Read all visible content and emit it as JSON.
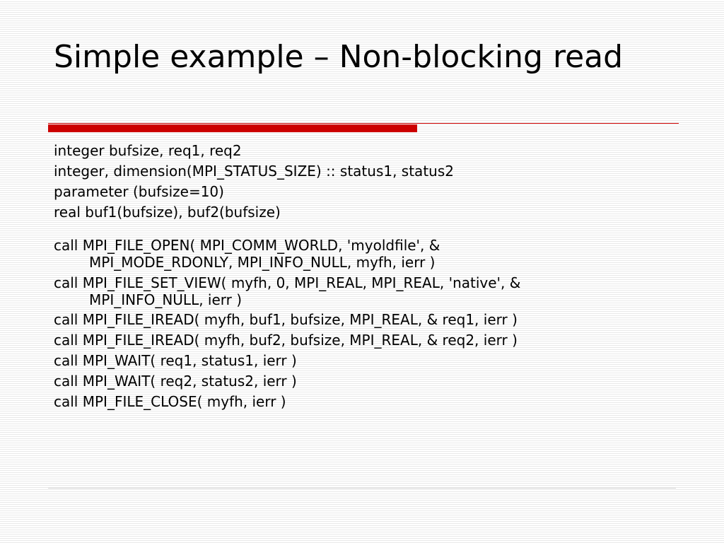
{
  "slide": {
    "title": "Simple example – Non-blocking read",
    "colors": {
      "accent_red": "#cc0000",
      "rule_thin": "#cc0000",
      "footer_rule": "#d8d8d8",
      "stripe": "#e9e9e9"
    },
    "declarations": [
      "integer bufsize, req1, req2",
      "integer, dimension(MPI_STATUS_SIZE) :: status1, status2",
      "parameter (bufsize=10)",
      "real buf1(bufsize), buf2(bufsize)"
    ],
    "calls": [
      {
        "first": "call MPI_FILE_OPEN( MPI_COMM_WORLD, 'myoldfile', &",
        "cont": "MPI_MODE_RDONLY, MPI_INFO_NULL, myfh, ierr )"
      },
      {
        "first": "call MPI_FILE_SET_VIEW( myfh, 0, MPI_REAL, MPI_REAL, 'native', &",
        "cont": "MPI_INFO_NULL, ierr )"
      },
      {
        "first": "call MPI_FILE_IREAD( myfh, buf1, bufsize, MPI_REAL, & req1, ierr )"
      },
      {
        "first": "call MPI_FILE_IREAD( myfh, buf2, bufsize, MPI_REAL, & req2, ierr )"
      },
      {
        "first": "call MPI_WAIT( req1, status1, ierr )"
      },
      {
        "first": "call MPI_WAIT( req2, status2, ierr )"
      },
      {
        "first": "call MPI_FILE_CLOSE( myfh, ierr )"
      }
    ]
  }
}
